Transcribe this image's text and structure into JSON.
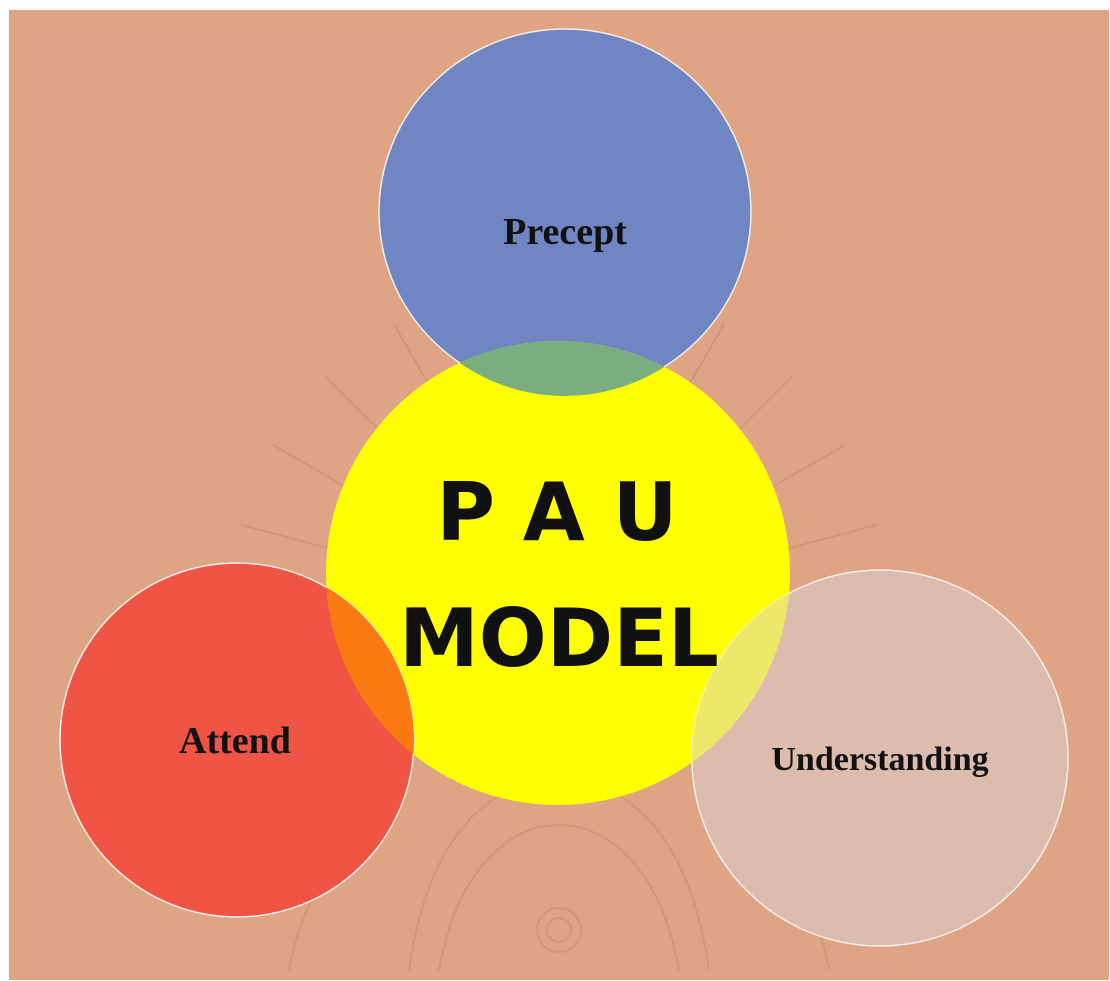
{
  "colors": {
    "background": "#DEA484",
    "precept": "#6F86C3",
    "attend": "#F05444",
    "understanding": "#DCBCAC",
    "center": "#FFFF00",
    "circle_outline": "#F4EEE8",
    "text": "#111111",
    "watermark": "#C98F72"
  },
  "diagram": {
    "center": {
      "line1": "P A U",
      "line2": "MODEL"
    },
    "precept": {
      "label": "Precept"
    },
    "attend": {
      "label": "Attend"
    },
    "understanding": {
      "label": "Understanding"
    }
  },
  "watermark": {
    "icon": "royal-emblem-watermark"
  }
}
